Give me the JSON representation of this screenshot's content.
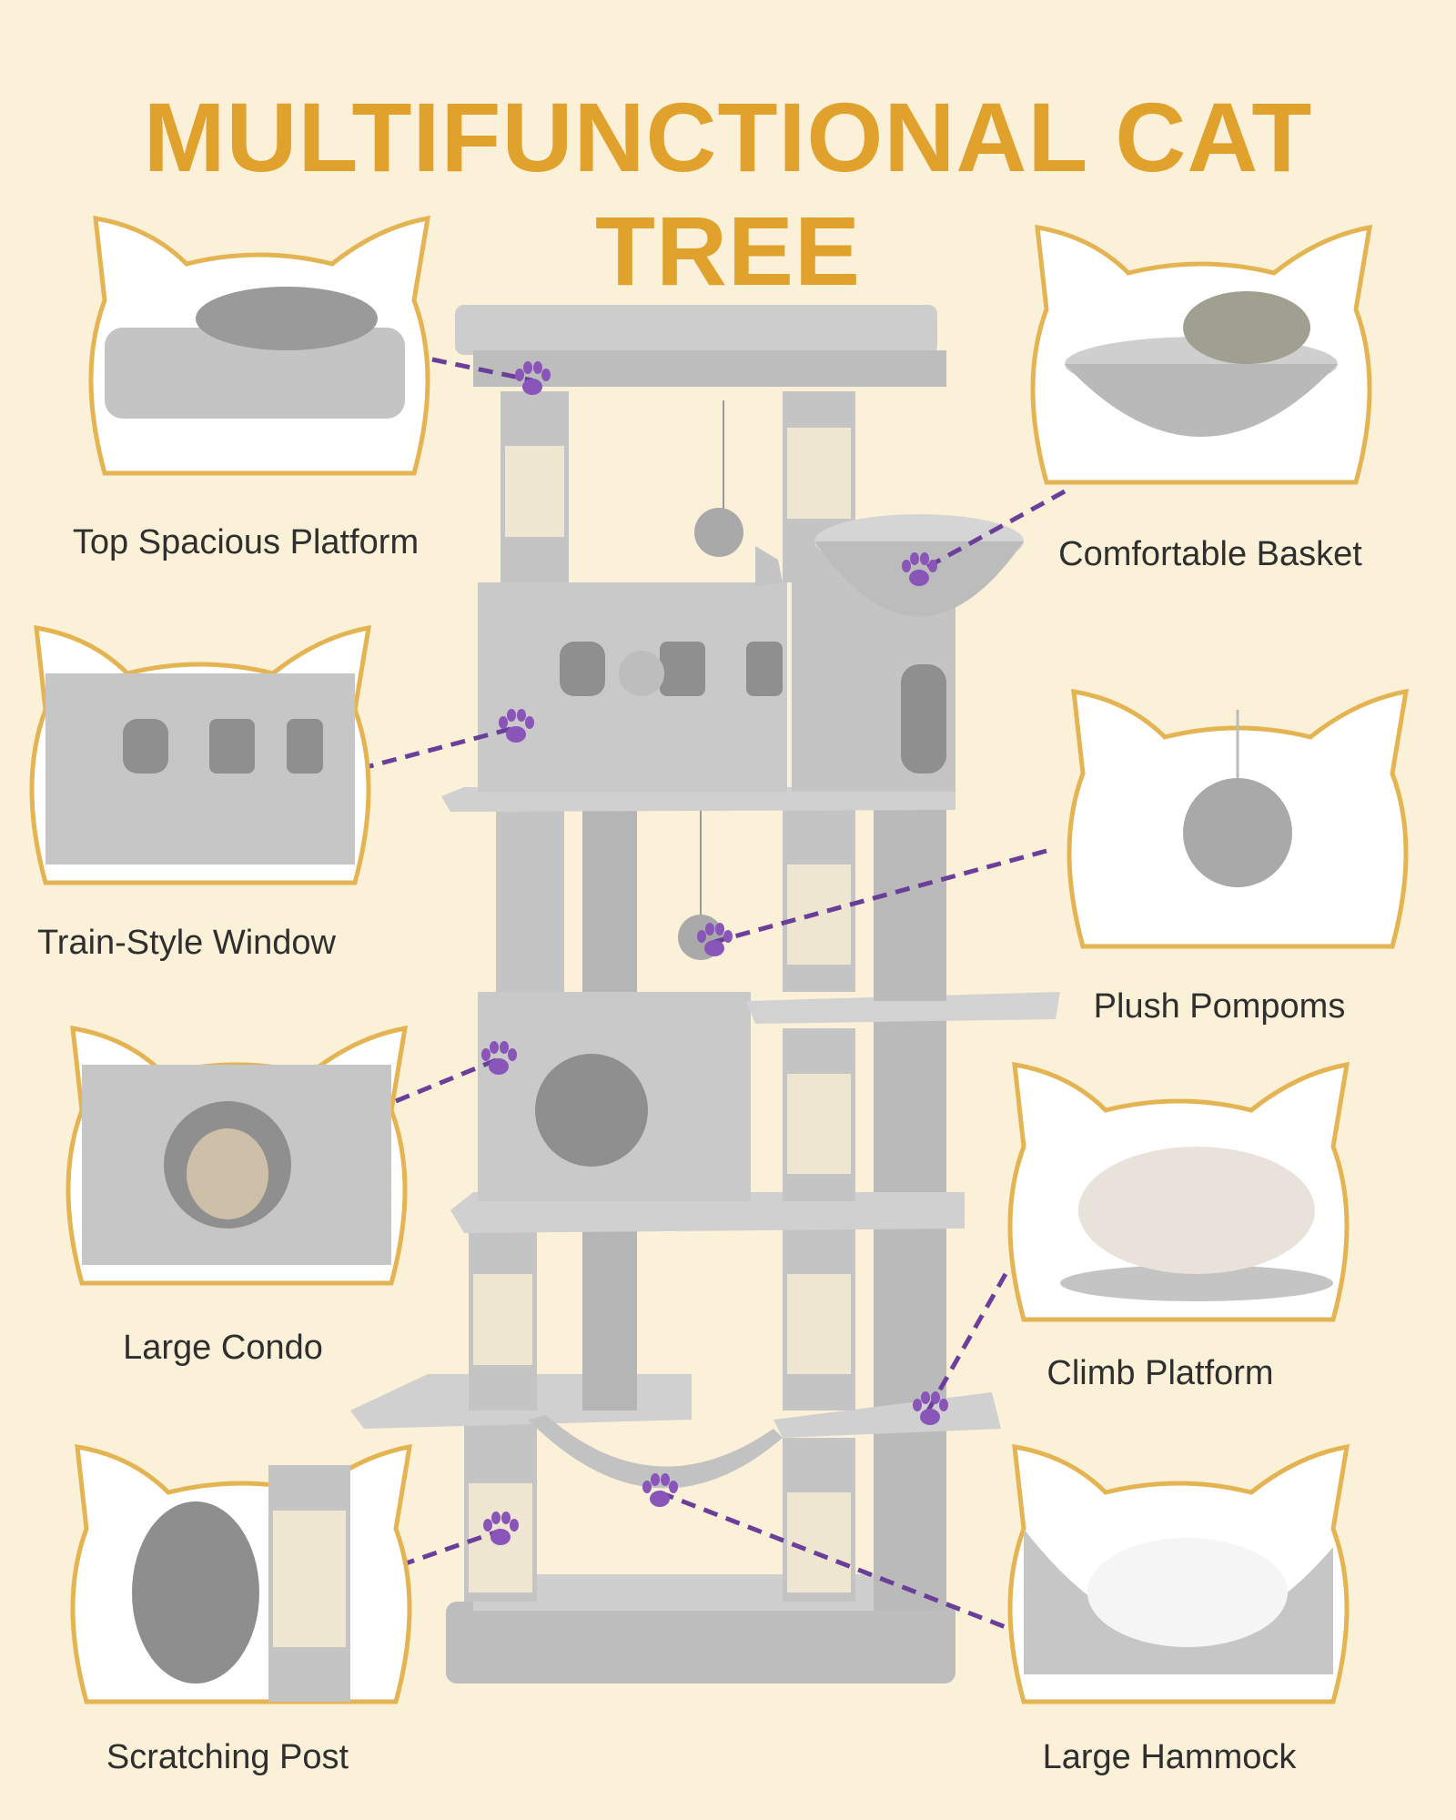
{
  "title": "MULTIFUNCTIONAL CAT TREE",
  "colors": {
    "title": "#e0a22c",
    "frame_border": "#e5b452",
    "paw": "#8a55b8",
    "dashed_line": "#6b3f99",
    "plush": "#c6c6c6",
    "sisal": "#efe6d2",
    "background": "#fbf0d8"
  },
  "features": [
    {
      "label": "Top Spacious Platform",
      "icon": "paw-icon"
    },
    {
      "label": "Comfortable Basket",
      "icon": "paw-icon"
    },
    {
      "label": "Train-Style Window",
      "icon": "paw-icon"
    },
    {
      "label": "Plush Pompoms",
      "icon": "paw-icon"
    },
    {
      "label": "Large Condo",
      "icon": "paw-icon"
    },
    {
      "label": "Climb Platform",
      "icon": "paw-icon"
    },
    {
      "label": "Scratching Post",
      "icon": "paw-icon"
    },
    {
      "label": "Large Hammock",
      "icon": "paw-icon"
    }
  ]
}
